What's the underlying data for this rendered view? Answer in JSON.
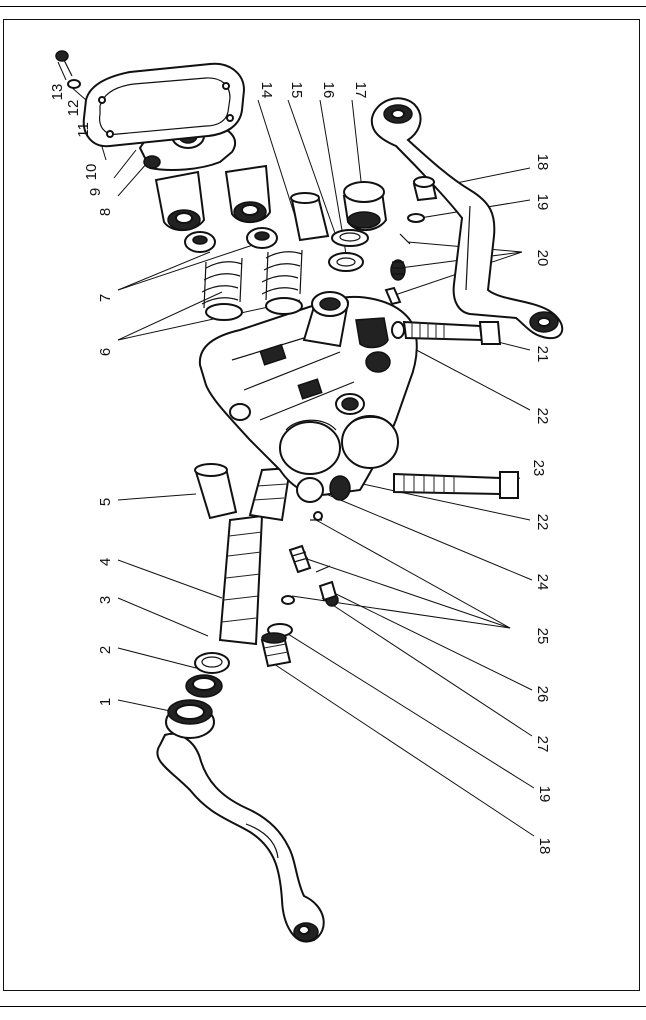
{
  "figure": {
    "callouts": [
      {
        "id": "c1",
        "text": "1"
      },
      {
        "id": "c2",
        "text": "2"
      },
      {
        "id": "c3",
        "text": "3"
      },
      {
        "id": "c4",
        "text": "4"
      },
      {
        "id": "c5",
        "text": "5"
      },
      {
        "id": "c6",
        "text": "6"
      },
      {
        "id": "c7",
        "text": "7"
      },
      {
        "id": "c8",
        "text": "8"
      },
      {
        "id": "c9",
        "text": "9"
      },
      {
        "id": "c10",
        "text": "10"
      },
      {
        "id": "c11",
        "text": "11"
      },
      {
        "id": "c12",
        "text": "12"
      },
      {
        "id": "c13",
        "text": "13"
      },
      {
        "id": "c14",
        "text": "14"
      },
      {
        "id": "c15",
        "text": "15"
      },
      {
        "id": "c16",
        "text": "16"
      },
      {
        "id": "c17",
        "text": "17"
      },
      {
        "id": "c18a",
        "text": "18"
      },
      {
        "id": "c19a",
        "text": "19"
      },
      {
        "id": "c20",
        "text": "20"
      },
      {
        "id": "c21",
        "text": "21"
      },
      {
        "id": "c22a",
        "text": "22"
      },
      {
        "id": "c23",
        "text": "23"
      },
      {
        "id": "c22b",
        "text": "22"
      },
      {
        "id": "c24",
        "text": "24"
      },
      {
        "id": "c25",
        "text": "25"
      },
      {
        "id": "c26",
        "text": "26"
      },
      {
        "id": "c27",
        "text": "27"
      },
      {
        "id": "c19b",
        "text": "19"
      },
      {
        "id": "c18b",
        "text": "18"
      }
    ]
  }
}
